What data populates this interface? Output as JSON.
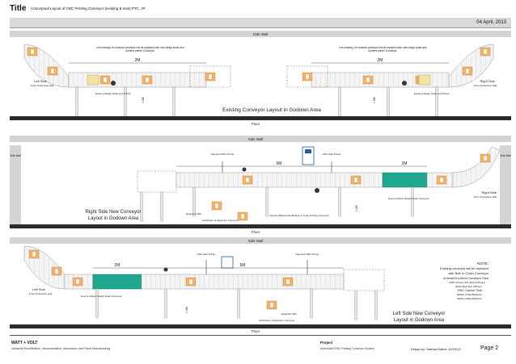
{
  "header": {
    "title_word": "Title",
    "title_text": "Conceptual Layout of CBC Printing Conveyor (existing & new) PTC, JP",
    "date": "04 April, 2013"
  },
  "section1": {
    "side_wall": "Side Wall",
    "floor": "Floor",
    "caption": "Existing Conveyor Layout in Godown Area",
    "note_left": "This existing 2m Modular conveyor will be replaced with new weigh scale and Camera printer Conveyor.",
    "note_right": "This existing 2m Modular conveyor will be replaced with new weigh scale and Camera printer Conveyor.",
    "dim_left": "2M",
    "dim_right": "2M",
    "left_side": "Left Side",
    "left_side_sub": "From Production Hall",
    "right_side": "Right Side",
    "right_side_sub": "From Production Hall",
    "scale_left": "Existing Weigh Scale and Printer",
    "scale_right": "Existing Weigh Scale and Printer",
    "height_left": "1.0M",
    "height_right": "1.0M"
  },
  "section2": {
    "side_wall": "Side Wall",
    "floor": "Floor",
    "side_wall_left": "Side Wall",
    "side_wall_right": "Side Wall",
    "caption_1": "Right Side New Conveyor",
    "caption_2": "Layout in Godown Area",
    "rejected_printer": "Rejected CBC Printer",
    "cbc_printer": "CBC Heat Printer",
    "dim_5m": "5M",
    "dim_2m": "2M",
    "right_side": "Right Side",
    "right_side_sub": "From Production Hall",
    "new_scale": "New In-Motion Weigh Scale Conveyor",
    "rejected_cbc": "Rejected CBC",
    "verification": "Verification & Rejection Conveyor",
    "camera": "Camera Based Identification & Code Printing Conveyor",
    "height": "1.0M"
  },
  "section3": {
    "side_wall": "Side Wall",
    "floor": "Floor",
    "cbc_printer": "CBC Heat Printer",
    "rejected_printer": "Rejected CBC Printer",
    "dim_2m": "2M",
    "dim_5m": "5M",
    "left_side": "Left Side",
    "left_side_sub": "From Production Hall",
    "new_scale": "New In-Motion Weigh Scale Conveyor",
    "rejected_cbc": "Rejected CBC",
    "verification": "Verification & Rejection Conveyor",
    "caption_1": "Left Side New Conveyor",
    "caption_2": "Layout in Godown Area",
    "height": "1.0M",
    "note_title": "NOTE:",
    "note_lines": [
      "Existing conveyor will be replaced",
      "with Belt or Chain Conveyor",
      "In-feed/Out-feed Conveyor Size",
      "Width (Frame Size 600x1700mm)",
      "Width (Belt Size 250mm)",
      "CBC Carton Size",
      "600Wx 370Hx500Dmm",
      "450Wx 250Hx290Dmm"
    ]
  },
  "footer": {
    "brand": "WATT + VOLT",
    "brand_sub": "Industrial Electrification, Instrumentation, Automation, and Panel Manufacturing",
    "project_label": "Project",
    "project_text": "Automated CBC Printing Conveyor System",
    "drawn_by": "Drawn by: Sarfraz  Dated: 12/03/13",
    "page": "Page 2"
  },
  "colors": {
    "belt": "#f2f2f2",
    "box": "#f5b26b",
    "teal": "#1fa88f",
    "floor": "#2b2b2b",
    "wall": "#d4d4d4",
    "blue_device": "#1a5fa8"
  }
}
